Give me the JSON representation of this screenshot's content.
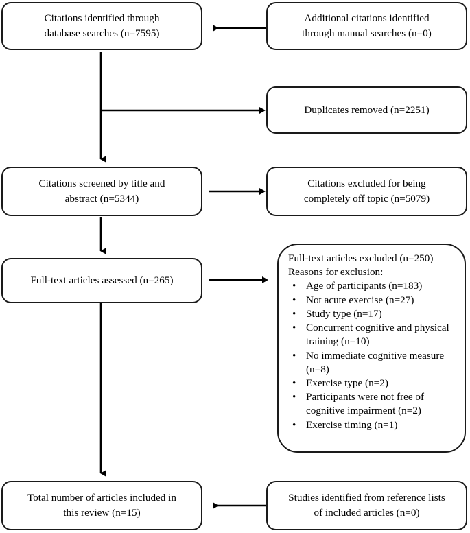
{
  "diagram": {
    "type": "prisma-flow-diagram",
    "title": "PRISMA study selection flow diagram",
    "line_color": "#1a1a1a",
    "background_color": "#ffffff"
  },
  "nodes": {
    "identification_database": {
      "line1": "Citations identified through",
      "line2": "database searches (n=7595)"
    },
    "identification_manual": {
      "line1": "Additional citations identified",
      "line2": "through manual searches (n=0)"
    },
    "duplicates_removed": {
      "line1": "Duplicates removed (n=2251)"
    },
    "screened": {
      "line1": "Citations screened by title and",
      "line2": "abstract (n=5344)"
    },
    "excluded_off_topic": {
      "line1": "Citations excluded for being",
      "line2": "completely off topic (n=5079)"
    },
    "fulltext_assessed": {
      "line1": "Full-text articles assessed (n=265)"
    },
    "fulltext_excluded": {
      "heading1": "Full-text articles excluded (n=250)",
      "heading2": "Reasons for exclusion:",
      "bullet_glyph": "•",
      "reasons": [
        "Age of participants (n=183)",
        "Not acute exercise (n=27)",
        "Study type (n=17)",
        "Concurrent cognitive and physical training (n=10)",
        "No immediate cognitive measure (n=8)",
        "Exercise type (n=2)",
        "Participants were not free of cognitive impairment (n=2)",
        "Exercise timing (n=1)"
      ]
    },
    "reference_lists": {
      "line1": "Studies identified from reference lists",
      "line2": "of included articles (n=0)"
    },
    "total_included": {
      "line1": "Total number of articles included in",
      "line2": "this review (n=15)"
    }
  },
  "chart_data": {
    "type": "diagram",
    "title": "PRISMA flow of study selection",
    "stages": [
      {
        "label": "Citations identified through database searches",
        "n": 7595
      },
      {
        "label": "Additional citations identified through manual searches",
        "n": 0
      },
      {
        "label": "Duplicates removed",
        "n": 2251
      },
      {
        "label": "Citations screened by title and abstract",
        "n": 5344
      },
      {
        "label": "Citations excluded for being completely off topic",
        "n": 5079
      },
      {
        "label": "Full-text articles assessed",
        "n": 265
      },
      {
        "label": "Full-text articles excluded",
        "n": 250
      },
      {
        "label": "Studies identified from reference lists of included articles",
        "n": 0
      },
      {
        "label": "Total number of articles included in this review",
        "n": 15
      }
    ],
    "exclusion_reasons": [
      {
        "reason": "Age of participants",
        "n": 183
      },
      {
        "reason": "Not acute exercise",
        "n": 27
      },
      {
        "reason": "Study type",
        "n": 17
      },
      {
        "reason": "Concurrent cognitive and physical training",
        "n": 10
      },
      {
        "reason": "No immediate cognitive measure",
        "n": 8
      },
      {
        "reason": "Exercise type",
        "n": 2
      },
      {
        "reason": "Participants were not free of cognitive impairment",
        "n": 2
      },
      {
        "reason": "Exercise timing",
        "n": 1
      }
    ]
  }
}
